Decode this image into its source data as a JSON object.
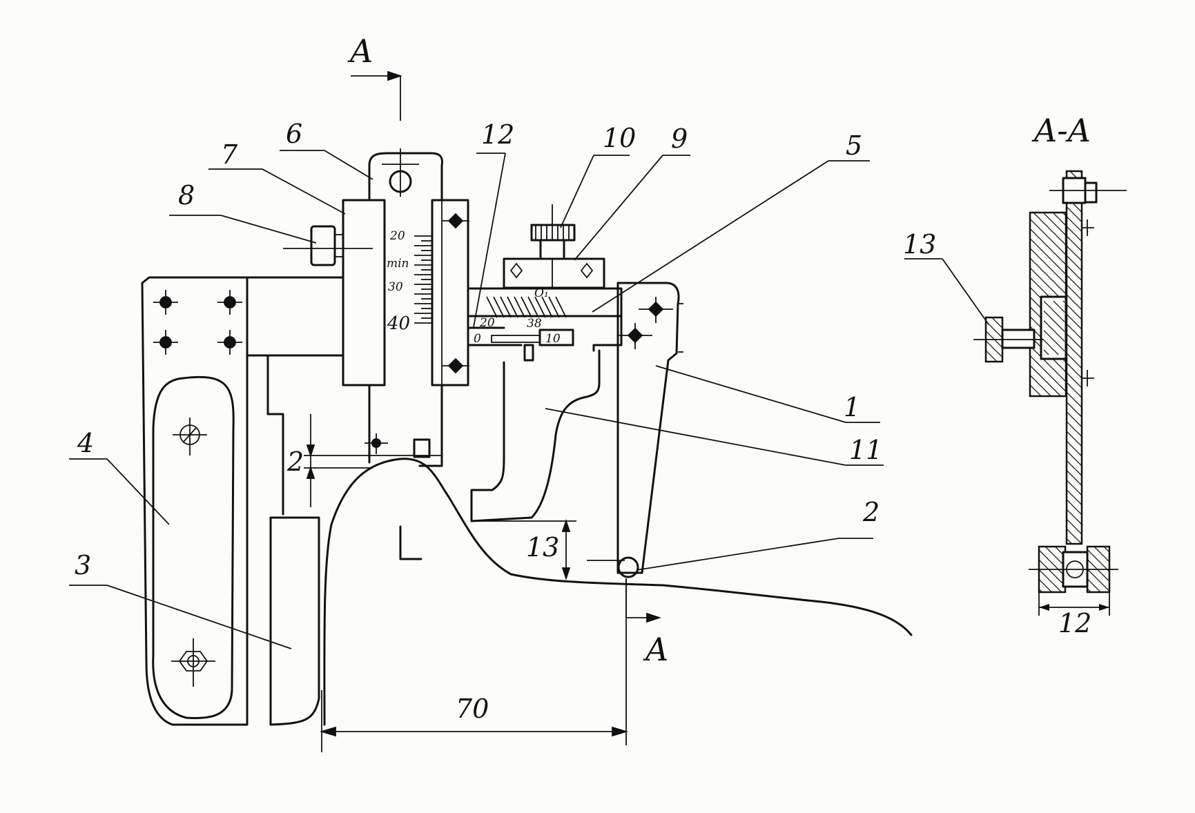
{
  "section": {
    "top_label": "A",
    "bottom_label": "A",
    "view_title": "A-A"
  },
  "callouts": [
    "1",
    "2",
    "3",
    "4",
    "5",
    "6",
    "7",
    "8",
    "9",
    "10",
    "11",
    "12",
    "2",
    "13"
  ],
  "scale": {
    "t20": "20",
    "tmin": "min",
    "t30": "30",
    "t40": "40"
  },
  "vernier": {
    "o1": "O₁",
    "v20": "20",
    "v38": "38",
    "v0": "0",
    "v10": "10"
  },
  "dims": {
    "gap": "2",
    "height": "13",
    "width": "70"
  },
  "section_view": {
    "callout": "13",
    "dim": "12"
  }
}
